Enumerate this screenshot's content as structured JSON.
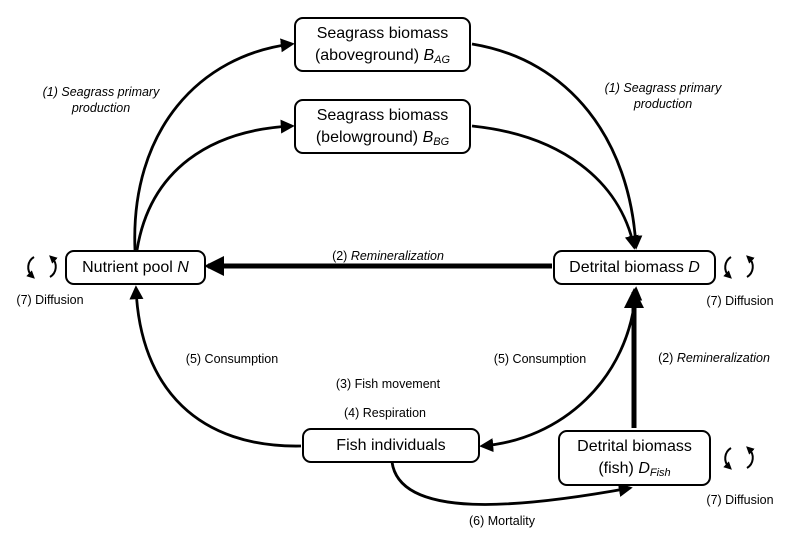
{
  "nodes": {
    "ag": {
      "line1": "Seagrass biomass",
      "line2": "(aboveground) ",
      "sym": "B",
      "sub": "AG"
    },
    "bg": {
      "line1": "Seagrass biomass",
      "line2": "(belowground) ",
      "sym": "B",
      "sub": "BG"
    },
    "nutrient": {
      "label": "Nutrient pool ",
      "sym": "N"
    },
    "detrital": {
      "label": "Detrital biomass ",
      "sym": "D"
    },
    "fish": {
      "label": "Fish individuals"
    },
    "detfish": {
      "line1": "Detrital biomass",
      "line2": "(fish) ",
      "sym": "D",
      "sub": "Fish"
    }
  },
  "labels": {
    "spp_left": {
      "num": "(1) ",
      "line1": "Seagrass primary",
      "line2": "production"
    },
    "spp_right": {
      "num": "(1) ",
      "line1": "Seagrass primary",
      "line2": "production"
    },
    "remin_top": {
      "num": "(2) ",
      "text": "Remineralization"
    },
    "remin_right": {
      "num": "(2) ",
      "text": "Remineralization"
    },
    "fish_movement": "(3) Fish movement",
    "respiration": "(4) Respiration",
    "consumption_left": "(5) Consumption",
    "consumption_right": "(5) Consumption",
    "mortality": "(6) Mortality",
    "diffusion_left": "(7) Diffusion",
    "diffusion_right": "(7) Diffusion",
    "diffusion_bottom": "(7) Diffusion"
  }
}
